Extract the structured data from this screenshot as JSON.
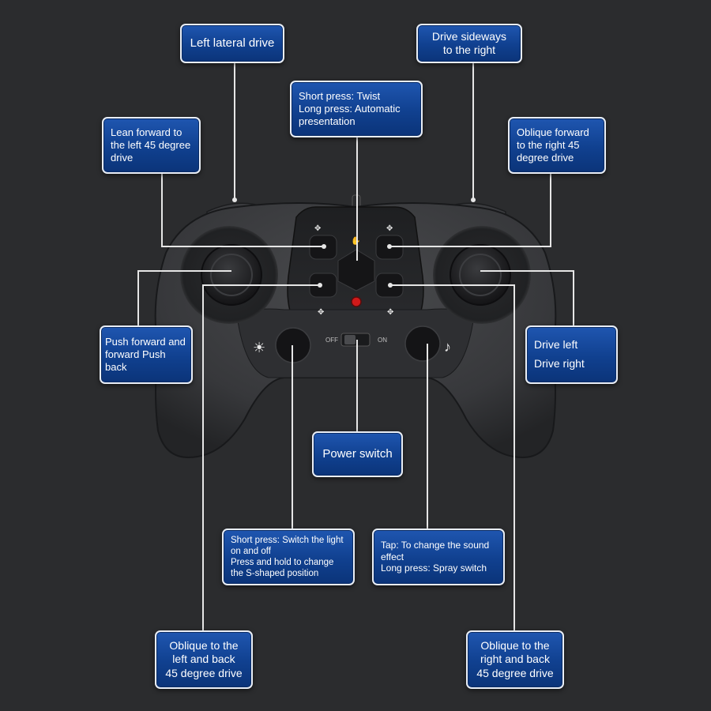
{
  "diagram": {
    "controller": {
      "left_switch_label": "OFF",
      "right_switch_label": "ON",
      "icons": {
        "light": "light-bulb-icon",
        "sound": "music-note-icon",
        "twist": "hand-gesture-icon",
        "buttons": "arrow-arrows-icon"
      },
      "colors": {
        "body": "#3f4043",
        "indicator": "#d11a1a"
      }
    },
    "labels": {
      "left_lateral": "Left lateral drive",
      "drive_sideways_right": "Drive sideways\nto the right",
      "center_button": "Short press: Twist\nLong press: Automatic\npresentation",
      "lean_forward_left": "Lean forward to\nthe left 45 degree\ndrive",
      "oblique_forward_right": "Oblique forward\nto the right 45\ndegree drive",
      "push_forward_back": "Push forward and\nforward Push back",
      "drive_left": "Drive left",
      "drive_right": "Drive right",
      "power_switch": "Power switch",
      "light_button": "Short press: Switch the light\non and off\nPress and hold to change\nthe S-shaped position",
      "sound_button": "Tap: To change the sound\neffect\nLong press: Spray switch",
      "oblique_left_back": "Oblique to the\nleft and back\n45 degree drive",
      "oblique_right_back": "Oblique to the\nright and back\n45 degree drive"
    },
    "colors": {
      "label_fill": "#1a4ea3",
      "label_border": "#e9eef6",
      "connector": "#e6e6e6",
      "background": "#2b2c2e"
    }
  }
}
